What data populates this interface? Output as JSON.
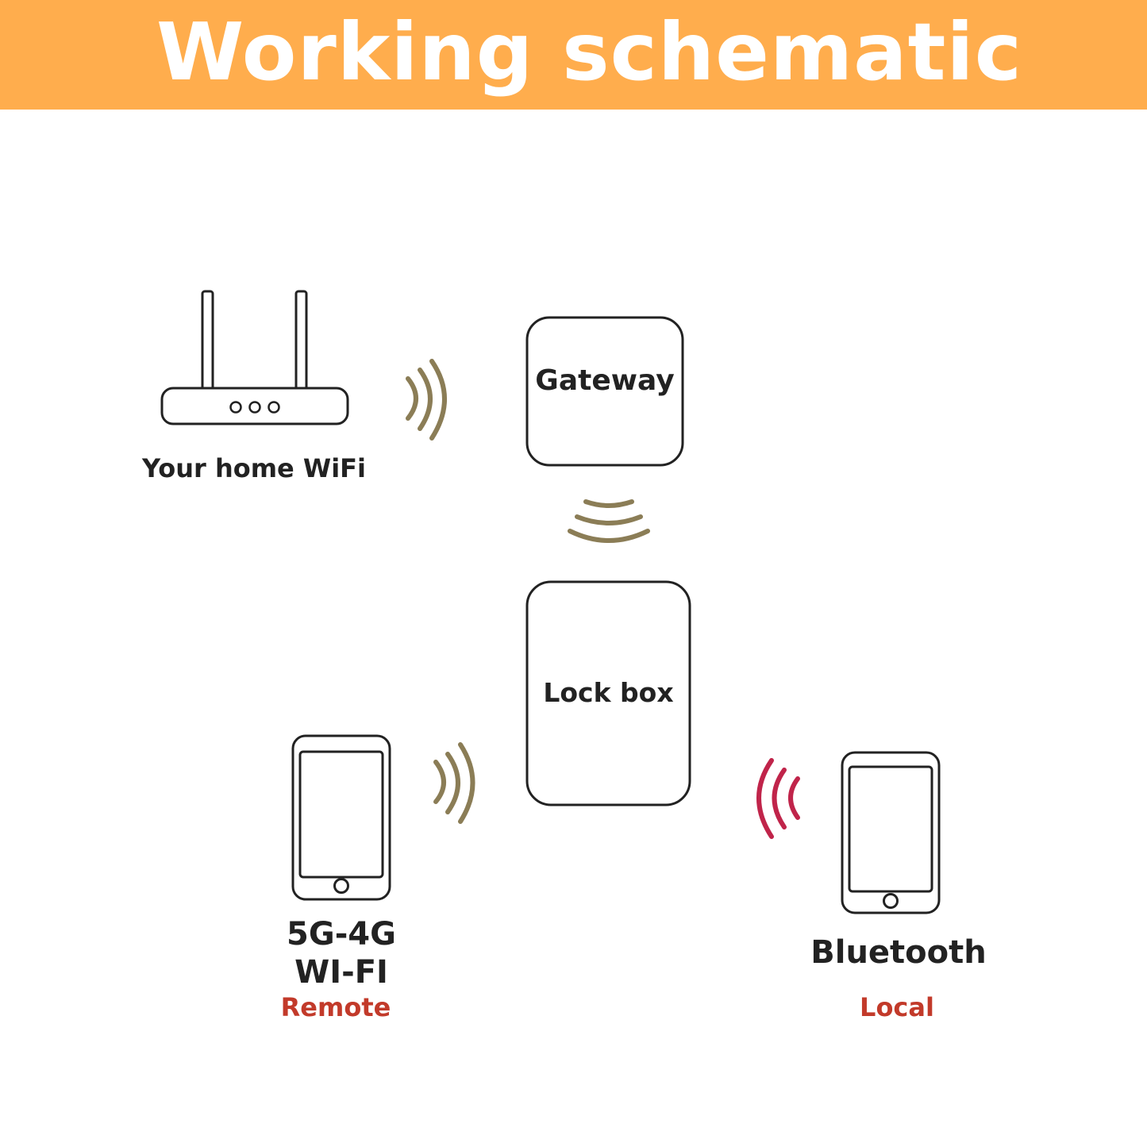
{
  "header": {
    "title": "Working schematic",
    "background_color": "#FFAD4D"
  },
  "nodes": {
    "router_label": "Your home WiFi",
    "gateway_label": "Gateway",
    "lockbox_label": "Lock box",
    "remote_phone": {
      "line1": "5G-4G",
      "line2": "WI-FI",
      "mode": "Remote"
    },
    "local_phone": {
      "label": "Bluetooth",
      "mode": "Local"
    }
  },
  "colors": {
    "outline": "#222222",
    "wifi_signal": "#8B7D56",
    "bluetooth_signal": "#C0244A",
    "mode_text": "#C23A2A"
  },
  "icons": [
    "router-icon",
    "wifi-signal-icon",
    "smartphone-icon",
    "bluetooth-signal-icon"
  ]
}
